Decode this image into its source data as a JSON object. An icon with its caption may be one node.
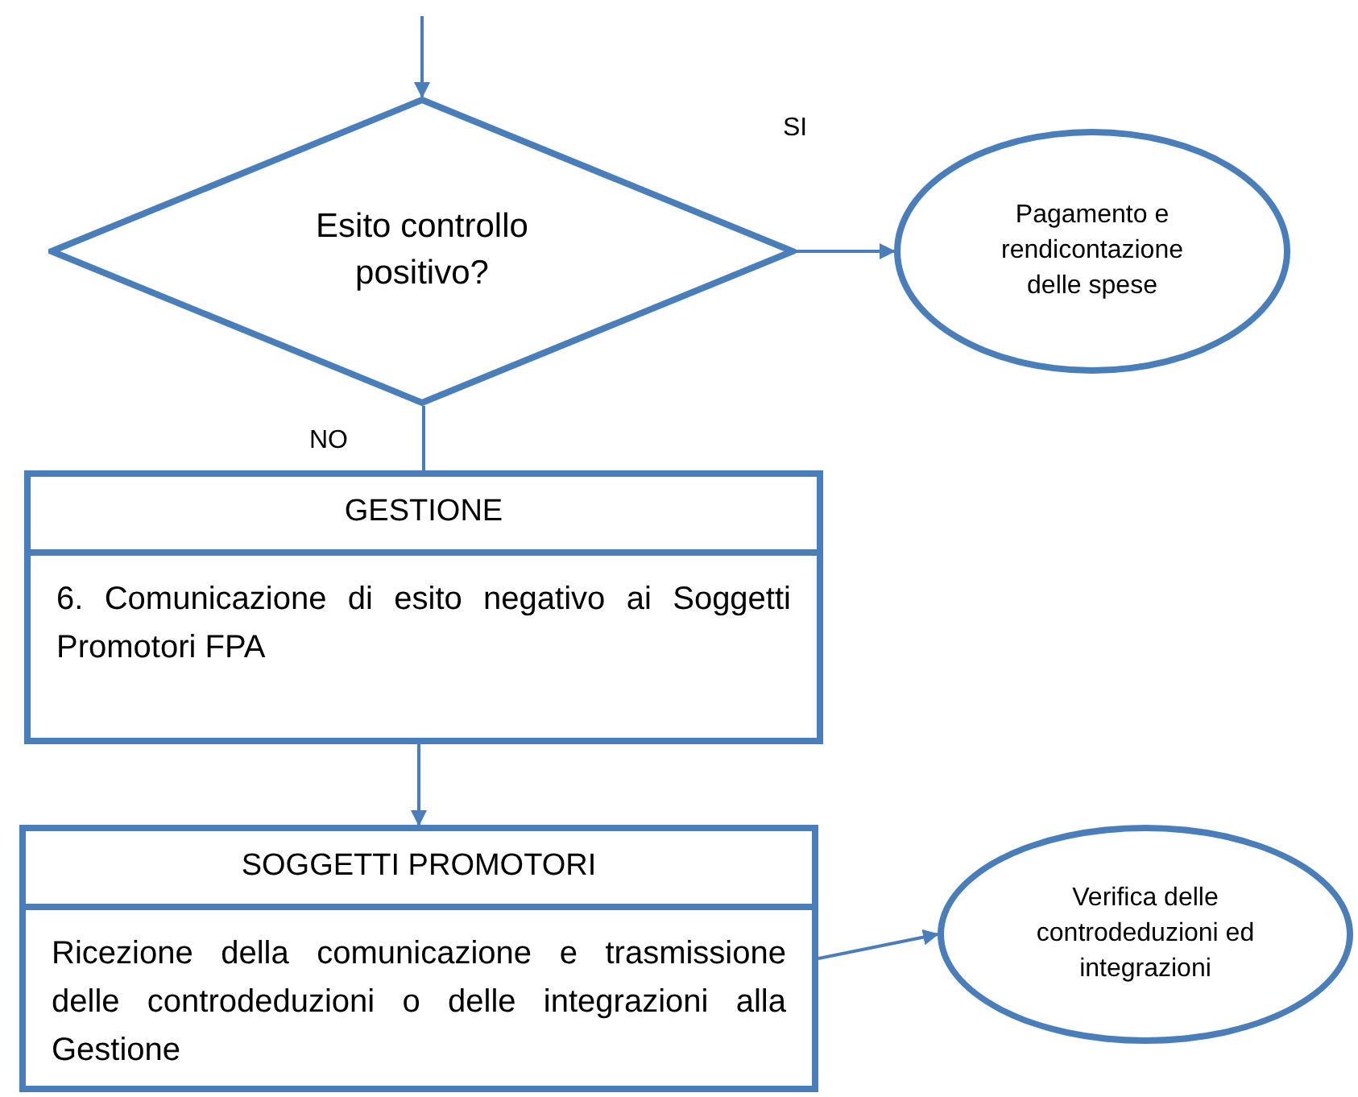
{
  "diagram": {
    "nodes": [
      {
        "text": [
          "Esito controllo positivo?"
        ]
      },
      {
        "text": [
          "Pagamento e rendicontazione delle spese"
        ]
      },
      {
        "text": [
          "GESTIONE",
          "6. Comunicazione di esito negativo ai Soggetti Promotori FPA"
        ]
      },
      {
        "text": [
          "SOGGETTI PROMOTORI",
          "Ricezione della comunicazione e trasmissione delle controdeduzioni o delle integrazioni alla Gestione"
        ]
      },
      {
        "text": [
          "Verifica delle controdeduzioni ed integrazioni"
        ]
      }
    ],
    "edges": [
      {
        "from": null,
        "to": 0,
        "arrow": "to"
      },
      {
        "from": 0,
        "to": 1,
        "arrow": "to",
        "label": "SI"
      },
      {
        "from": 0,
        "to": 2,
        "arrow": "none",
        "label": "NO"
      },
      {
        "from": 2,
        "to": 3,
        "arrow": "to"
      },
      {
        "from": 3,
        "to": 4,
        "arrow": "to"
      }
    ]
  }
}
